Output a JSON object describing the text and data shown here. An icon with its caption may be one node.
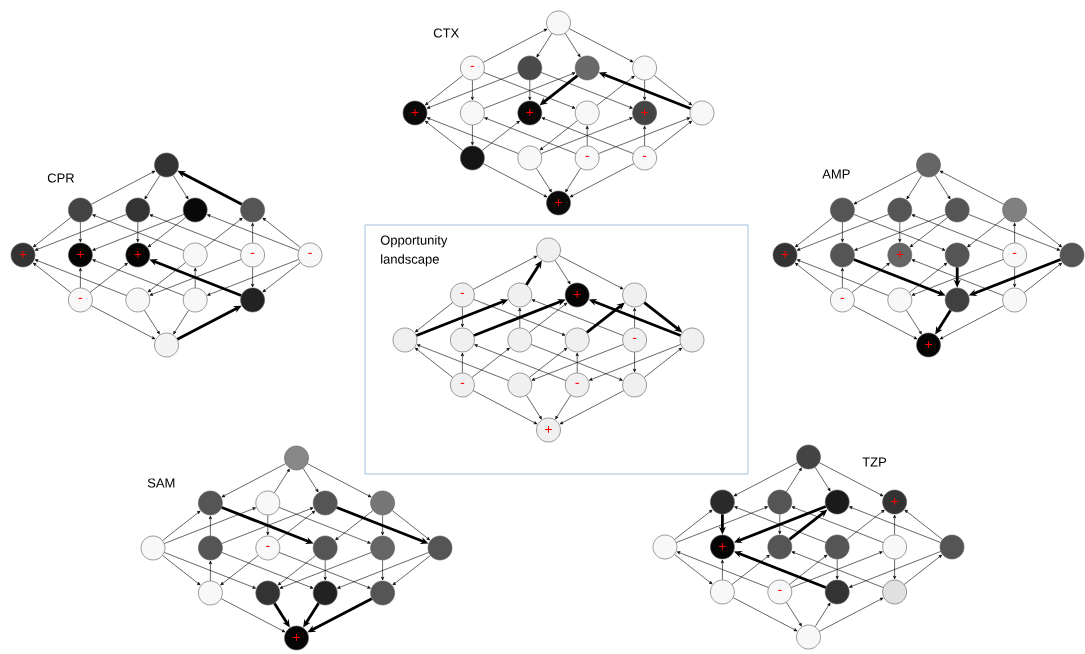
{
  "diagram": {
    "nodes": [
      {
        "text": [],
        "shape": "circle"
      },
      {
        "text": [
          "-"
        ]
      },
      {
        "text": [],
        "shape": "circle"
      },
      {
        "text": [],
        "shape": "circle"
      },
      {
        "text": [],
        "shape": "circle"
      },
      {
        "text": [
          "+"
        ]
      },
      {
        "text": [],
        "shape": "circle"
      },
      {
        "text": [
          "+"
        ]
      },
      {
        "text": [],
        "shape": "circle"
      },
      {
        "text": [
          "+"
        ]
      },
      {
        "text": [],
        "shape": "circle"
      },
      {
        "text": [],
        "shape": "circle"
      },
      {
        "text": [],
        "shape": "circle"
      },
      {
        "text": [
          "-"
        ]
      },
      {
        "text": [
          "-"
        ]
      },
      {
        "text": [
          "+"
        ]
      },
      {
        "text": [],
        "shape": "circle"
      },
      {
        "text": [],
        "shape": "circle"
      },
      {
        "text": [],
        "shape": "circle"
      },
      {
        "text": [],
        "shape": "circle"
      },
      {
        "text": [],
        "shape": "circle"
      },
      {
        "text": [
          "+"
        ]
      },
      {
        "text": [
          "+"
        ]
      },
      {
        "text": [
          "+"
        ]
      },
      {
        "text": [],
        "shape": "circle"
      },
      {
        "text": [
          "-"
        ]
      },
      {
        "text": [
          "-"
        ]
      },
      {
        "text": [
          "-"
        ]
      },
      {
        "text": [],
        "shape": "circle"
      },
      {
        "text": [],
        "shape": "circle"
      },
      {
        "text": [],
        "shape": "circle"
      },
      {
        "text": [],
        "shape": "circle"
      },
      {
        "text": [],
        "shape": "circle"
      },
      {
        "text": [],
        "shape": "circle"
      },
      {
        "text": [],
        "shape": "circle"
      },
      {
        "text": [],
        "shape": "circle"
      },
      {
        "text": [],
        "shape": "circle"
      },
      {
        "text": [
          "+"
        ]
      },
      {
        "text": [],
        "shape": "circle"
      },
      {
        "text": [
          "+"
        ]
      },
      {
        "text": [],
        "shape": "circle"
      },
      {
        "text": [
          "-"
        ]
      },
      {
        "text": [],
        "shape": "circle"
      },
      {
        "text": [
          "-"
        ]
      },
      {
        "text": [],
        "shape": "circle"
      },
      {
        "text": [],
        "shape": "circle"
      },
      {
        "text": [],
        "shape": "circle"
      },
      {
        "text": [
          "+"
        ]
      },
      {
        "text": [
          "Opportunity landscape"
        ]
      },
      {
        "text": [],
        "shape": "circle",
        "in": 48
      },
      {
        "text": [
          "-"
        ],
        "in": 48
      },
      {
        "text": [],
        "shape": "circle",
        "in": 48
      },
      {
        "text": [
          "+"
        ],
        "in": 48
      },
      {
        "text": [],
        "shape": "circle",
        "in": 48
      },
      {
        "text": [],
        "shape": "circle",
        "in": 48
      },
      {
        "text": [],
        "shape": "circle",
        "in": 48
      },
      {
        "text": [],
        "shape": "circle",
        "in": 48
      },
      {
        "text": [],
        "shape": "circle",
        "in": 48
      },
      {
        "text": [
          "-"
        ],
        "in": 48
      },
      {
        "text": [],
        "shape": "circle",
        "in": 48
      },
      {
        "text": [
          "-"
        ],
        "in": 48
      },
      {
        "text": [],
        "shape": "circle",
        "in": 48
      },
      {
        "text": [
          "-"
        ],
        "in": 48
      },
      {
        "text": [],
        "shape": "circle",
        "in": 48
      },
      {
        "text": [
          "+"
        ],
        "in": 48
      },
      {
        "text": [],
        "shape": "circle"
      },
      {
        "text": [],
        "shape": "circle"
      },
      {
        "text": [],
        "shape": "circle"
      },
      {
        "text": [],
        "shape": "circle"
      },
      {
        "text": [],
        "shape": "circle"
      },
      {
        "text": [],
        "shape": "circle"
      },
      {
        "text": [],
        "shape": "circle"
      },
      {
        "text": [
          "-"
        ]
      },
      {
        "text": [],
        "shape": "circle"
      },
      {
        "text": [],
        "shape": "circle"
      },
      {
        "text": [],
        "shape": "circle"
      },
      {
        "text": [],
        "shape": "circle"
      },
      {
        "text": [],
        "shape": "circle"
      },
      {
        "text": [],
        "shape": "circle"
      },
      {
        "text": [],
        "shape": "circle"
      },
      {
        "text": [
          "+"
        ]
      },
      {
        "text": [],
        "shape": "circle"
      },
      {
        "text": [],
        "shape": "circle"
      },
      {
        "text": [],
        "shape": "circle"
      },
      {
        "text": [],
        "shape": "circle"
      },
      {
        "text": [
          "+"
        ]
      },
      {
        "text": [],
        "shape": "circle"
      },
      {
        "text": [
          "+"
        ]
      },
      {
        "text": [],
        "shape": "circle"
      },
      {
        "text": [],
        "shape": "circle"
      },
      {
        "text": [],
        "shape": "circle"
      },
      {
        "text": [],
        "shape": "circle"
      },
      {
        "text": [],
        "shape": "circle"
      },
      {
        "text": [
          "-"
        ]
      },
      {
        "text": [],
        "shape": "circle"
      },
      {
        "text": [],
        "shape": "circle"
      },
      {
        "text": [],
        "shape": "circle"
      }
    ],
    "edges": [
      {
        "from": 1,
        "to": 0,
        "arrow": "to"
      },
      {
        "from": 0,
        "to": 2,
        "arrow": "to"
      },
      {
        "from": 0,
        "to": 3,
        "arrow": "to"
      },
      {
        "from": 0,
        "to": 4,
        "arrow": "to"
      },
      {
        "from": 1,
        "to": 5,
        "arrow": "to"
      },
      {
        "from": 1,
        "to": 6,
        "arrow": "to"
      },
      {
        "from": 1,
        "to": 8,
        "arrow": "to"
      },
      {
        "from": 2,
        "to": 5,
        "arrow": "to"
      },
      {
        "from": 2,
        "to": 7,
        "arrow": "to"
      },
      {
        "from": 2,
        "to": 9,
        "arrow": "to"
      },
      {
        "from": 6,
        "to": 3,
        "arrow": "to"
      },
      {
        "from": 3,
        "to": 7,
        "arrow": "to",
        "style": "thick"
      },
      {
        "from": 10,
        "to": 3,
        "arrow": "to",
        "style": "thick"
      },
      {
        "from": 8,
        "to": 4,
        "arrow": "to"
      },
      {
        "from": 4,
        "to": 9,
        "arrow": "to"
      },
      {
        "from": 4,
        "to": 10,
        "arrow": "to"
      },
      {
        "from": 11,
        "to": 5,
        "arrow": "to"
      },
      {
        "from": 12,
        "to": 5,
        "arrow": "to"
      },
      {
        "from": 6,
        "to": 11,
        "arrow": "to"
      },
      {
        "from": 13,
        "to": 6,
        "arrow": "to"
      },
      {
        "from": 11,
        "to": 7,
        "arrow": "to"
      },
      {
        "from": 14,
        "to": 7,
        "arrow": "to"
      },
      {
        "from": 8,
        "to": 12,
        "arrow": "to"
      },
      {
        "from": 13,
        "to": 8,
        "arrow": "to"
      },
      {
        "from": 12,
        "to": 9,
        "arrow": "to"
      },
      {
        "from": 14,
        "to": 9,
        "arrow": "to"
      },
      {
        "from": 13,
        "to": 10,
        "arrow": "to"
      },
      {
        "from": 14,
        "to": 10,
        "arrow": "to"
      },
      {
        "from": 11,
        "to": 15,
        "arrow": "to"
      },
      {
        "from": 12,
        "to": 15,
        "arrow": "to"
      },
      {
        "from": 13,
        "to": 15,
        "arrow": "to"
      },
      {
        "from": 14,
        "to": 15,
        "arrow": "to"
      },
      {
        "from": 17,
        "to": 16,
        "arrow": "to"
      },
      {
        "from": 16,
        "to": 18,
        "arrow": "to"
      },
      {
        "from": 16,
        "to": 19,
        "arrow": "to"
      },
      {
        "from": 20,
        "to": 16,
        "arrow": "to",
        "style": "thick"
      },
      {
        "from": 17,
        "to": 21,
        "arrow": "to"
      },
      {
        "from": 17,
        "to": 22,
        "arrow": "to"
      },
      {
        "from": 24,
        "to": 17,
        "arrow": "to"
      },
      {
        "from": 18,
        "to": 21,
        "arrow": "to"
      },
      {
        "from": 18,
        "to": 23,
        "arrow": "to"
      },
      {
        "from": 25,
        "to": 18,
        "arrow": "to"
      },
      {
        "from": 19,
        "to": 22,
        "arrow": "to"
      },
      {
        "from": 19,
        "to": 23,
        "arrow": "to"
      },
      {
        "from": 26,
        "to": 19,
        "arrow": "to"
      },
      {
        "from": 24,
        "to": 20,
        "arrow": "to"
      },
      {
        "from": 25,
        "to": 20,
        "arrow": "to"
      },
      {
        "from": 26,
        "to": 20,
        "arrow": "to"
      },
      {
        "from": 27,
        "to": 21,
        "arrow": "to"
      },
      {
        "from": 28,
        "to": 21,
        "arrow": "to"
      },
      {
        "from": 27,
        "to": 22,
        "arrow": "to"
      },
      {
        "from": 29,
        "to": 22,
        "arrow": "to"
      },
      {
        "from": 27,
        "to": 23,
        "arrow": "to"
      },
      {
        "from": 30,
        "to": 23,
        "arrow": "to",
        "style": "thick"
      },
      {
        "from": 24,
        "to": 28,
        "arrow": "to"
      },
      {
        "from": 29,
        "to": 24,
        "arrow": "to"
      },
      {
        "from": 25,
        "to": 28,
        "arrow": "to"
      },
      {
        "from": 25,
        "to": 30,
        "arrow": "to"
      },
      {
        "from": 26,
        "to": 29,
        "arrow": "to"
      },
      {
        "from": 26,
        "to": 30,
        "arrow": "to"
      },
      {
        "from": 27,
        "to": 31,
        "arrow": "to"
      },
      {
        "from": 28,
        "to": 31,
        "arrow": "to"
      },
      {
        "from": 29,
        "to": 31,
        "arrow": "to"
      },
      {
        "from": 31,
        "to": 30,
        "arrow": "to",
        "style": "thick"
      },
      {
        "from": 32,
        "to": 33,
        "arrow": "to"
      },
      {
        "from": 32,
        "to": 34,
        "arrow": "to"
      },
      {
        "from": 32,
        "to": 35,
        "arrow": "to"
      },
      {
        "from": 36,
        "to": 32,
        "arrow": "to"
      },
      {
        "from": 33,
        "to": 37,
        "arrow": "to"
      },
      {
        "from": 33,
        "to": 38,
        "arrow": "to"
      },
      {
        "from": 33,
        "to": 40,
        "arrow": "to"
      },
      {
        "from": 34,
        "to": 37,
        "arrow": "to"
      },
      {
        "from": 34,
        "to": 39,
        "arrow": "to"
      },
      {
        "from": 41,
        "to": 34,
        "arrow": "to"
      },
      {
        "from": 35,
        "to": 38,
        "arrow": "to"
      },
      {
        "from": 35,
        "to": 39,
        "arrow": "to"
      },
      {
        "from": 35,
        "to": 42,
        "arrow": "to"
      },
      {
        "from": 36,
        "to": 40,
        "arrow": "to"
      },
      {
        "from": 41,
        "to": 36,
        "arrow": "to"
      },
      {
        "from": 36,
        "to": 42,
        "arrow": "to"
      },
      {
        "from": 43,
        "to": 37,
        "arrow": "to"
      },
      {
        "from": 44,
        "to": 37,
        "arrow": "to"
      },
      {
        "from": 43,
        "to": 38,
        "arrow": "to"
      },
      {
        "from": 38,
        "to": 45,
        "arrow": "to",
        "style": "thick"
      },
      {
        "from": 43,
        "to": 39,
        "arrow": "to"
      },
      {
        "from": 46,
        "to": 39,
        "arrow": "to"
      },
      {
        "from": 44,
        "to": 40,
        "arrow": "to"
      },
      {
        "from": 40,
        "to": 45,
        "arrow": "to",
        "style": "thick"
      },
      {
        "from": 41,
        "to": 44,
        "arrow": "to"
      },
      {
        "from": 41,
        "to": 46,
        "arrow": "to"
      },
      {
        "from": 42,
        "to": 45,
        "arrow": "to",
        "style": "thick"
      },
      {
        "from": 46,
        "to": 42,
        "arrow": "to"
      },
      {
        "from": 43,
        "to": 47,
        "arrow": "to"
      },
      {
        "from": 44,
        "to": 47,
        "arrow": "to"
      },
      {
        "from": 45,
        "to": 47,
        "arrow": "to",
        "style": "thick"
      },
      {
        "from": 46,
        "to": 47,
        "arrow": "to"
      },
      {
        "from": 50,
        "to": 49,
        "arrow": "to"
      },
      {
        "from": 51,
        "to": 49,
        "arrow": "to",
        "style": "thick"
      },
      {
        "from": 49,
        "to": 52,
        "arrow": "to"
      },
      {
        "from": 49,
        "to": 53,
        "arrow": "to"
      },
      {
        "from": 50,
        "to": 54,
        "arrow": "to"
      },
      {
        "from": 50,
        "to": 55,
        "arrow": "to"
      },
      {
        "from": 50,
        "to": 57,
        "arrow": "to"
      },
      {
        "from": 54,
        "to": 51,
        "arrow": "to",
        "style": "thick"
      },
      {
        "from": 56,
        "to": 51,
        "arrow": "to"
      },
      {
        "from": 58,
        "to": 51,
        "arrow": "to"
      },
      {
        "from": 55,
        "to": 52,
        "arrow": "to",
        "style": "thick"
      },
      {
        "from": 56,
        "to": 52,
        "arrow": "to"
      },
      {
        "from": 59,
        "to": 52,
        "arrow": "to",
        "style": "thick"
      },
      {
        "from": 57,
        "to": 53,
        "arrow": "to",
        "style": "thick"
      },
      {
        "from": 58,
        "to": 53,
        "arrow": "to"
      },
      {
        "from": 53,
        "to": 59,
        "arrow": "to",
        "style": "thick"
      },
      {
        "from": 60,
        "to": 54,
        "arrow": "to"
      },
      {
        "from": 61,
        "to": 54,
        "arrow": "to"
      },
      {
        "from": 60,
        "to": 55,
        "arrow": "to"
      },
      {
        "from": 62,
        "to": 55,
        "arrow": "to"
      },
      {
        "from": 60,
        "to": 56,
        "arrow": "to"
      },
      {
        "from": 56,
        "to": 63,
        "arrow": "to"
      },
      {
        "from": 61,
        "to": 57,
        "arrow": "to"
      },
      {
        "from": 62,
        "to": 57,
        "arrow": "to"
      },
      {
        "from": 58,
        "to": 61,
        "arrow": "to"
      },
      {
        "from": 58,
        "to": 63,
        "arrow": "to"
      },
      {
        "from": 59,
        "to": 62,
        "arrow": "to"
      },
      {
        "from": 63,
        "to": 59,
        "arrow": "to"
      },
      {
        "from": 60,
        "to": 64,
        "arrow": "to"
      },
      {
        "from": 61,
        "to": 64,
        "arrow": "to"
      },
      {
        "from": 62,
        "to": 64,
        "arrow": "to"
      },
      {
        "from": 63,
        "to": 64,
        "arrow": "to"
      },
      {
        "from": 65,
        "to": 66,
        "arrow": "to"
      },
      {
        "from": 67,
        "to": 65,
        "arrow": "to"
      },
      {
        "from": 65,
        "to": 68,
        "arrow": "to"
      },
      {
        "from": 65,
        "to": 69,
        "arrow": "to"
      },
      {
        "from": 70,
        "to": 66,
        "arrow": "to"
      },
      {
        "from": 71,
        "to": 66,
        "arrow": "to"
      },
      {
        "from": 66,
        "to": 73,
        "arrow": "to",
        "style": "thick"
      },
      {
        "from": 70,
        "to": 67,
        "arrow": "to"
      },
      {
        "from": 67,
        "to": 72,
        "arrow": "to"
      },
      {
        "from": 67,
        "to": 74,
        "arrow": "to"
      },
      {
        "from": 71,
        "to": 68,
        "arrow": "to"
      },
      {
        "from": 72,
        "to": 68,
        "arrow": "to"
      },
      {
        "from": 68,
        "to": 75,
        "arrow": "to",
        "style": "thick"
      },
      {
        "from": 69,
        "to": 73,
        "arrow": "to"
      },
      {
        "from": 69,
        "to": 74,
        "arrow": "to"
      },
      {
        "from": 69,
        "to": 75,
        "arrow": "to"
      },
      {
        "from": 70,
        "to": 76,
        "arrow": "to"
      },
      {
        "from": 70,
        "to": 77,
        "arrow": "to"
      },
      {
        "from": 76,
        "to": 71,
        "arrow": "to"
      },
      {
        "from": 71,
        "to": 78,
        "arrow": "to"
      },
      {
        "from": 72,
        "to": 76,
        "arrow": "to"
      },
      {
        "from": 72,
        "to": 79,
        "arrow": "to"
      },
      {
        "from": 73,
        "to": 77,
        "arrow": "to"
      },
      {
        "from": 73,
        "to": 78,
        "arrow": "to"
      },
      {
        "from": 74,
        "to": 77,
        "arrow": "to"
      },
      {
        "from": 74,
        "to": 79,
        "arrow": "to"
      },
      {
        "from": 75,
        "to": 78,
        "arrow": "to"
      },
      {
        "from": 75,
        "to": 79,
        "arrow": "to"
      },
      {
        "from": 76,
        "to": 80,
        "arrow": "to"
      },
      {
        "from": 77,
        "to": 80,
        "arrow": "to",
        "style": "thick"
      },
      {
        "from": 78,
        "to": 80,
        "arrow": "to",
        "style": "thick"
      },
      {
        "from": 79,
        "to": 80,
        "arrow": "to",
        "style": "thick"
      },
      {
        "from": 81,
        "to": 82,
        "arrow": "to"
      },
      {
        "from": 83,
        "to": 81,
        "arrow": "to"
      },
      {
        "from": 81,
        "to": 84,
        "arrow": "to"
      },
      {
        "from": 81,
        "to": 85,
        "arrow": "to"
      },
      {
        "from": 86,
        "to": 82,
        "arrow": "to"
      },
      {
        "from": 82,
        "to": 87,
        "arrow": "to",
        "style": "thick"
      },
      {
        "from": 89,
        "to": 82,
        "arrow": "to"
      },
      {
        "from": 86,
        "to": 83,
        "arrow": "to"
      },
      {
        "from": 83,
        "to": 88,
        "arrow": "to"
      },
      {
        "from": 90,
        "to": 83,
        "arrow": "to"
      },
      {
        "from": 84,
        "to": 87,
        "arrow": "to",
        "style": "thick"
      },
      {
        "from": 88,
        "to": 84,
        "arrow": "to",
        "style": "thick"
      },
      {
        "from": 91,
        "to": 84,
        "arrow": "to"
      },
      {
        "from": 89,
        "to": 85,
        "arrow": "to"
      },
      {
        "from": 90,
        "to": 85,
        "arrow": "to"
      },
      {
        "from": 91,
        "to": 85,
        "arrow": "to"
      },
      {
        "from": 86,
        "to": 92,
        "arrow": "to"
      },
      {
        "from": 93,
        "to": 86,
        "arrow": "to"
      },
      {
        "from": 92,
        "to": 87,
        "arrow": "to"
      },
      {
        "from": 94,
        "to": 87,
        "arrow": "to",
        "style": "thick"
      },
      {
        "from": 92,
        "to": 88,
        "arrow": "to"
      },
      {
        "from": 95,
        "to": 88,
        "arrow": "to"
      },
      {
        "from": 93,
        "to": 89,
        "arrow": "to"
      },
      {
        "from": 89,
        "to": 94,
        "arrow": "to"
      },
      {
        "from": 93,
        "to": 90,
        "arrow": "to"
      },
      {
        "from": 90,
        "to": 95,
        "arrow": "to"
      },
      {
        "from": 91,
        "to": 94,
        "arrow": "to"
      },
      {
        "from": 95,
        "to": 91,
        "arrow": "to"
      },
      {
        "from": 92,
        "to": 96,
        "arrow": "to"
      },
      {
        "from": 93,
        "to": 96,
        "arrow": "to"
      },
      {
        "from": 96,
        "to": 94,
        "arrow": "to"
      },
      {
        "from": 96,
        "to": 95,
        "arrow": "to"
      }
    ],
    "labels": [
      "CTX",
      "CPR",
      "AMP",
      "SAM",
      "TZP"
    ]
  }
}
